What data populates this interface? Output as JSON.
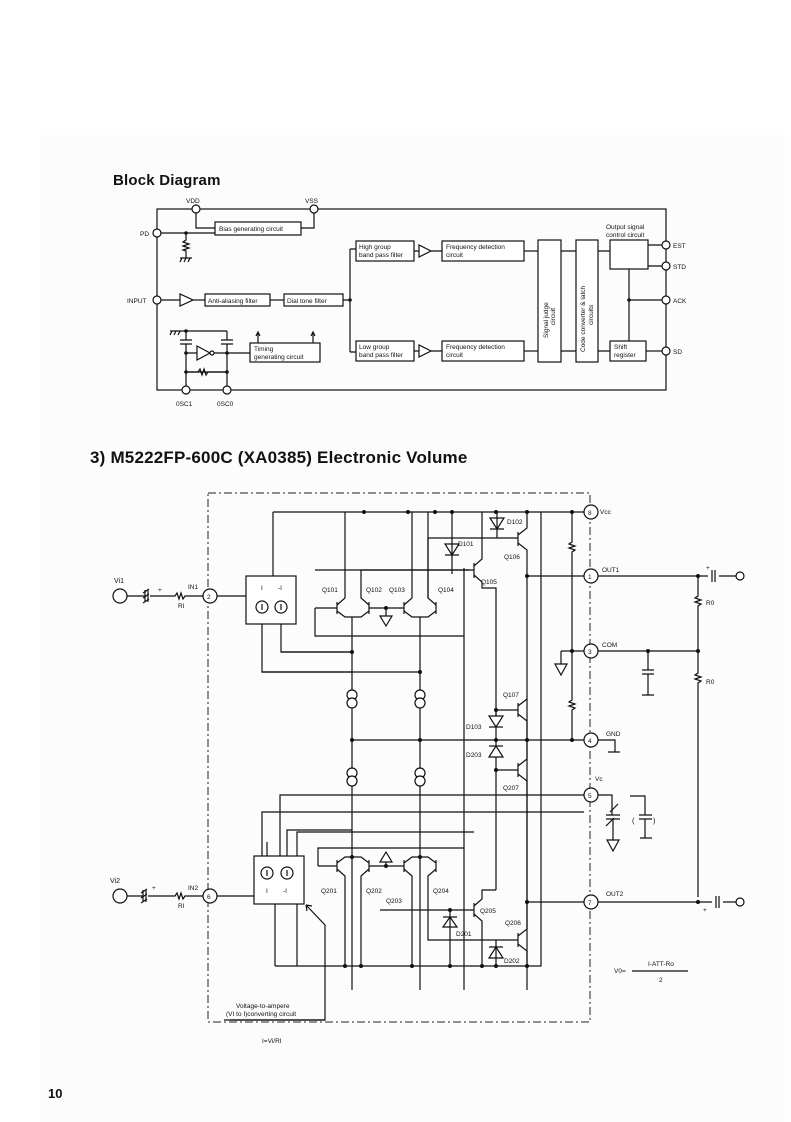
{
  "page": {
    "page_number": "10"
  },
  "block_diagram": {
    "heading": "Block Diagram",
    "pins": {
      "vdd": "VDD",
      "vss": "VSS",
      "pd": "PD",
      "input": "INPUT",
      "osc1": "0SC1",
      "osc0": "0SC0",
      "est": "EST",
      "std": "STD",
      "ack": "ACK",
      "sd": "SD"
    },
    "blocks": {
      "bias": "Bias generating circuit",
      "anti_aliasing": "Anti-aliasing filter",
      "dial_tone": "Dial tone filter",
      "high_group_1": "High group",
      "high_group_2": "band pass filter",
      "low_group_1": "Low group",
      "low_group_2": "band pass filter",
      "freq_det_high_1": "Frequency detection",
      "freq_det_high_2": "circuit",
      "freq_det_low_1": "Frequency detection",
      "freq_det_low_2": "circuit",
      "signal_judge_1": "Signal judge",
      "signal_judge_2": "circuit",
      "code_conv_1": "Code converter & latch",
      "code_conv_2": "circuits",
      "output_ctrl_1": "Output signal",
      "output_ctrl_2": "control circuit",
      "shift_1": "Shift",
      "shift_2": "register",
      "timing_1": "Timing",
      "timing_2": "generating circuit"
    }
  },
  "electronic_volume": {
    "heading": "3) M5222FP-600C (XA0385) Electronic Volume",
    "pins": {
      "p8": "8",
      "p1": "1",
      "p2": "2",
      "p3": "3",
      "p4": "4",
      "p5": "5",
      "p6": "6",
      "p7": "7"
    },
    "pin_labels": {
      "vcc": "Vcc",
      "out1": "OUT1",
      "com": "COM",
      "gnd": "GND",
      "vc": "Vc",
      "out2": "OUT2",
      "in1": "IN1",
      "in2": "IN2"
    },
    "sources": {
      "vi1": "Vi1",
      "vi2": "Vi2",
      "ri1": "RI",
      "ri2": "RI",
      "r0_1": "R0",
      "r0_2": "R0"
    },
    "transistors": [
      "Q101",
      "Q102",
      "Q103",
      "Q104",
      "Q105",
      "Q106",
      "Q107",
      "Q201",
      "Q202",
      "Q203",
      "Q204",
      "Q205",
      "Q206",
      "Q207"
    ],
    "diodes": [
      "D101",
      "D102",
      "D103",
      "D203",
      "D201",
      "D202"
    ],
    "converter_labels": {
      "i_pos": "I",
      "i_neg": "-I"
    },
    "plus_sign": "+",
    "formula": {
      "lhs": "V0=",
      "numerator": "I-ATT-Ro",
      "denominator": "2"
    },
    "callout_1": "Voltage-to-ampere",
    "callout_2": "(VI to I)converting circuit",
    "current_eq": "I=Vi/RI"
  }
}
